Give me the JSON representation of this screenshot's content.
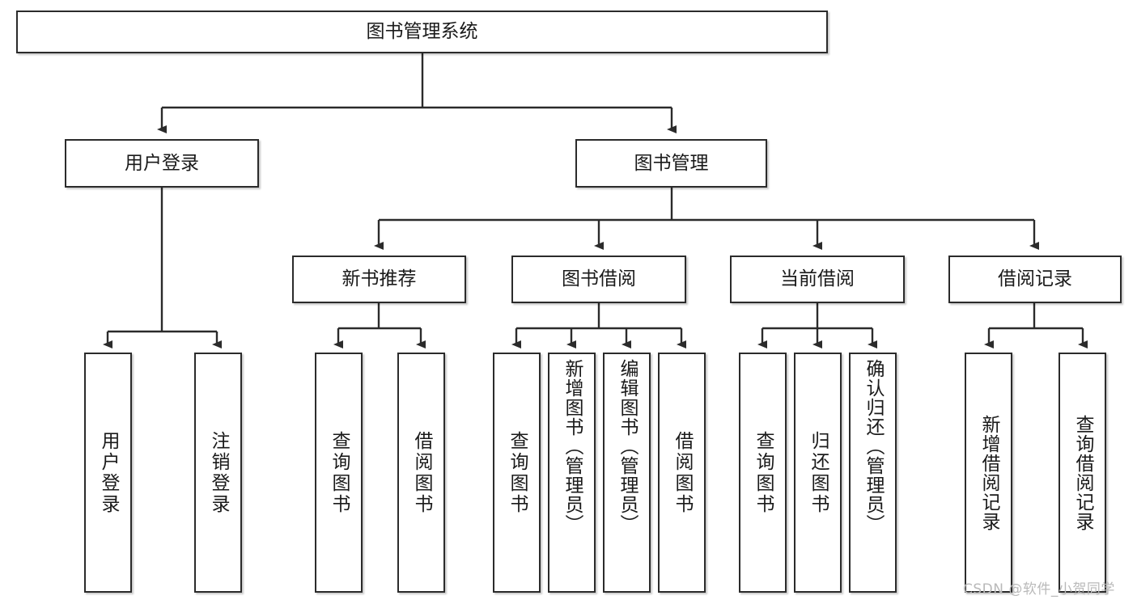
{
  "diagram": {
    "title": "图书管理系统",
    "type": "hierarchy-tree",
    "levels": 4,
    "root": {
      "id": "root",
      "label": "图书管理系统",
      "orientation": "horizontal"
    },
    "level2": [
      {
        "id": "user-login",
        "label": "用户登录",
        "orientation": "horizontal"
      },
      {
        "id": "book-manage",
        "label": "图书管理",
        "orientation": "horizontal"
      }
    ],
    "level3": [
      {
        "id": "new-book-rec",
        "label": "新书推荐",
        "orientation": "horizontal",
        "parent": "book-manage"
      },
      {
        "id": "book-borrow",
        "label": "图书借阅",
        "orientation": "horizontal",
        "parent": "book-manage"
      },
      {
        "id": "current-borrow",
        "label": "当前借阅",
        "orientation": "horizontal",
        "parent": "book-manage"
      },
      {
        "id": "borrow-record",
        "label": "借阅记录",
        "orientation": "horizontal",
        "parent": "book-manage"
      }
    ],
    "leaves": [
      {
        "id": "leaf-user-login",
        "label": "用户登录",
        "parent": "user-login",
        "orientation": "vertical"
      },
      {
        "id": "leaf-logout",
        "label": "注销登录",
        "parent": "user-login",
        "orientation": "vertical"
      },
      {
        "id": "leaf-query-book-1",
        "label": "查询图书",
        "parent": "new-book-rec",
        "orientation": "vertical"
      },
      {
        "id": "leaf-borrow-book-1",
        "label": "借阅图书",
        "parent": "new-book-rec",
        "orientation": "vertical"
      },
      {
        "id": "leaf-query-book-2",
        "label": "查询图书",
        "parent": "book-borrow",
        "orientation": "vertical"
      },
      {
        "id": "leaf-add-book",
        "label": "新增图书（管理员）",
        "parent": "book-borrow",
        "orientation": "vertical"
      },
      {
        "id": "leaf-edit-book",
        "label": "编辑图书（管理员）",
        "parent": "book-borrow",
        "orientation": "vertical"
      },
      {
        "id": "leaf-borrow-book-2",
        "label": "借阅图书",
        "parent": "book-borrow",
        "orientation": "vertical"
      },
      {
        "id": "leaf-query-book-3",
        "label": "查询图书",
        "parent": "current-borrow",
        "orientation": "vertical"
      },
      {
        "id": "leaf-return-book",
        "label": "归还图书",
        "parent": "current-borrow",
        "orientation": "vertical"
      },
      {
        "id": "leaf-confirm-return",
        "label": "确认归还（管理员）",
        "parent": "current-borrow",
        "orientation": "vertical"
      },
      {
        "id": "leaf-add-record",
        "label": "新增借阅记录",
        "parent": "borrow-record",
        "orientation": "vertical"
      },
      {
        "id": "leaf-query-record",
        "label": "查询借阅记录",
        "parent": "borrow-record",
        "orientation": "vertical"
      }
    ],
    "colors": {
      "border": "#2b2b2b",
      "background": "#ffffff",
      "text": "#1a1a1a",
      "edge": "#2b2b2b",
      "watermark": "#b9b9b9"
    }
  },
  "watermark": {
    "text": "CSDN @软件_小贺同学"
  }
}
